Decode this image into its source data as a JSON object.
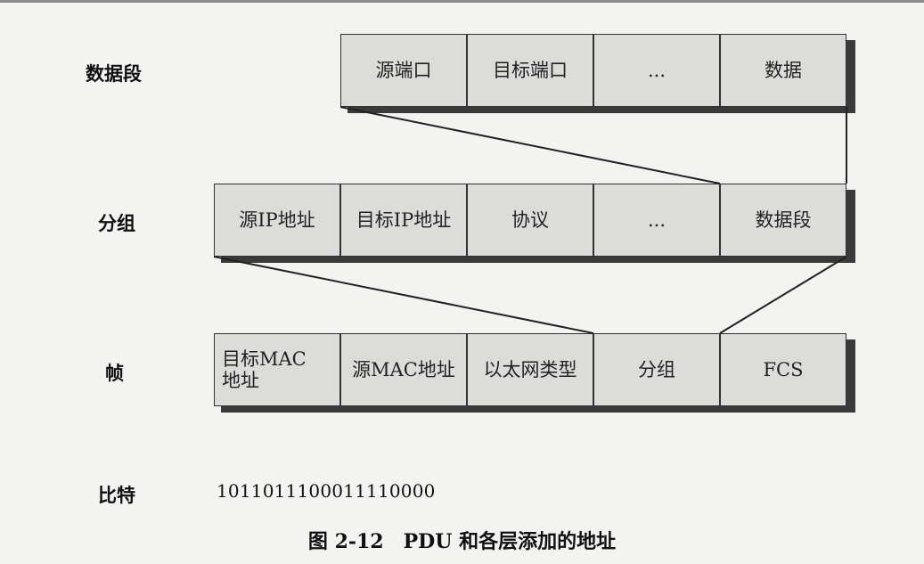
{
  "labels": {
    "segment": "数据段",
    "packet": "分组",
    "frame": "帧",
    "bits": "比特"
  },
  "segment_fields": [
    "源端口",
    "目标端口",
    "...",
    "数据"
  ],
  "packet_fields": [
    "源IP地址",
    "目标IP地址",
    "协议",
    "...",
    "数据段"
  ],
  "frame_fields": [
    "目标MAC\n地址",
    "源MAC地址",
    "以太网类型",
    "分组",
    "FCS"
  ],
  "bits_value": "1011011100011110000",
  "caption": "图 2-12　PDU 和各层添加的地址"
}
